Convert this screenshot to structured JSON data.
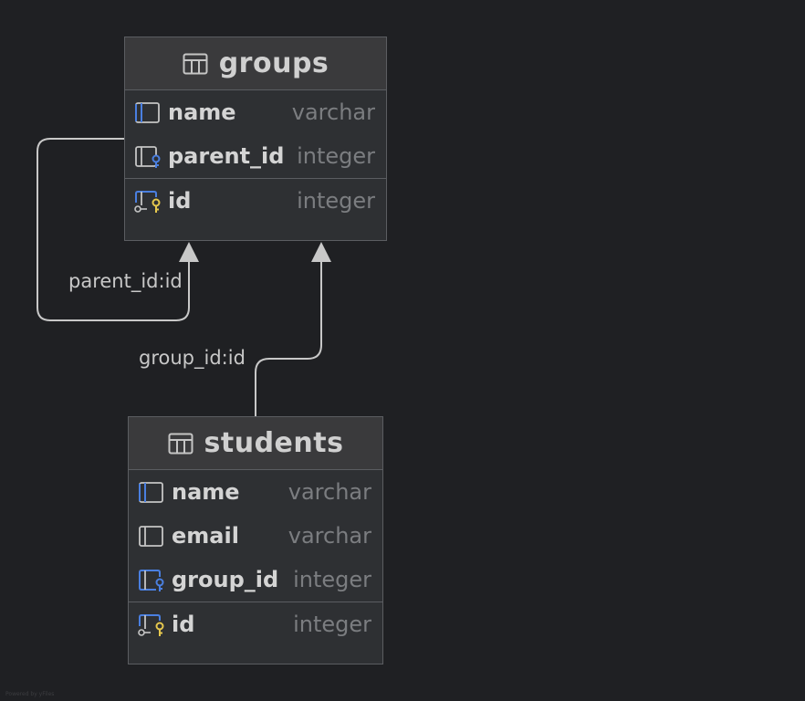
{
  "tables": [
    {
      "name": "groups",
      "icon": "table-icon",
      "columns": [
        {
          "name": "name",
          "type": "varchar",
          "icon": "column-icon"
        },
        {
          "name": "parent_id",
          "type": "integer",
          "icon": "foreign-key-column-icon"
        }
      ],
      "keys": [
        {
          "name": "id",
          "type": "integer",
          "icon": "primary-key-column-icon"
        }
      ]
    },
    {
      "name": "students",
      "icon": "table-icon",
      "columns": [
        {
          "name": "name",
          "type": "varchar",
          "icon": "column-icon"
        },
        {
          "name": "email",
          "type": "varchar",
          "icon": "column-icon"
        },
        {
          "name": "group_id",
          "type": "integer",
          "icon": "foreign-key-column-icon"
        }
      ],
      "keys": [
        {
          "name": "id",
          "type": "integer",
          "icon": "primary-key-column-icon"
        }
      ]
    }
  ],
  "relations": [
    {
      "from": "groups",
      "to": "groups",
      "label": "parent_id:id"
    },
    {
      "from": "students",
      "to": "groups",
      "label": "group_id:id"
    }
  ],
  "footer": {
    "text": "Powered by yFiles"
  },
  "colors": {
    "background": "#1f2023",
    "table_fill": "#2e3033",
    "header_fill": "#3a3a3c",
    "border": "#5b5d61",
    "edge": "#c8c8c8",
    "key_blue": "#4a7fe0",
    "key_gold": "#e6c84e",
    "type_text": "#7b7d80"
  }
}
